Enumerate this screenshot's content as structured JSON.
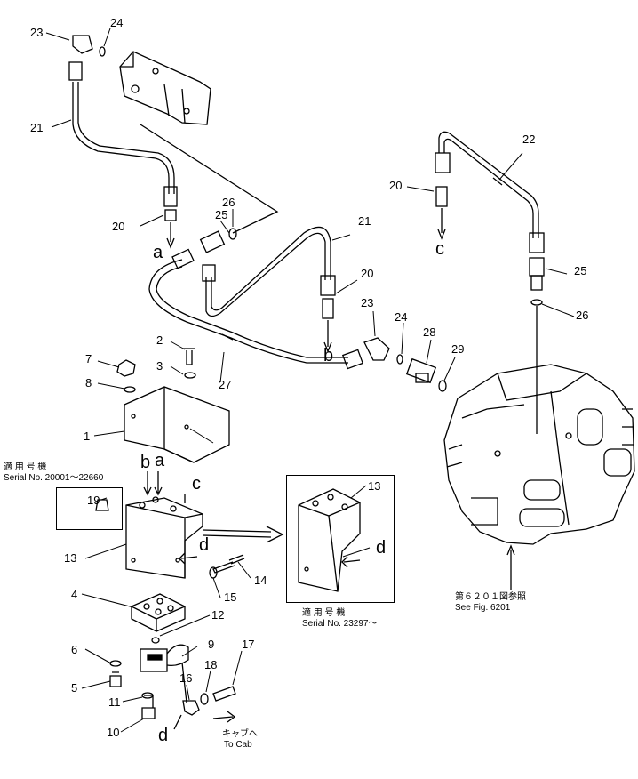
{
  "callouts": [
    "1",
    "2",
    "3",
    "4",
    "5",
    "6",
    "7",
    "8",
    "9",
    "10",
    "11",
    "12",
    "13",
    "13",
    "14",
    "15",
    "16",
    "17",
    "18",
    "19",
    "20",
    "20",
    "20",
    "21",
    "21",
    "22",
    "23",
    "23",
    "24",
    "24",
    "25",
    "25",
    "26",
    "26",
    "27",
    "28",
    "29"
  ],
  "connection_letters": [
    "a",
    "a",
    "b",
    "b",
    "c",
    "c",
    "d",
    "d",
    "d"
  ],
  "notes": {
    "applicable_jp_1": "適 用 号 機",
    "serial_1": "Serial No. 20001～22660",
    "applicable_jp_2": "適 用 号 機",
    "serial_2": "Serial No. 23297～",
    "fig_jp": "第６２０１図参照",
    "fig_en": "See Fig. 6201",
    "cab_jp": "キャブへ",
    "cab_en": "To Cab"
  },
  "colors": {
    "line": "#000000",
    "background": "#ffffff"
  }
}
